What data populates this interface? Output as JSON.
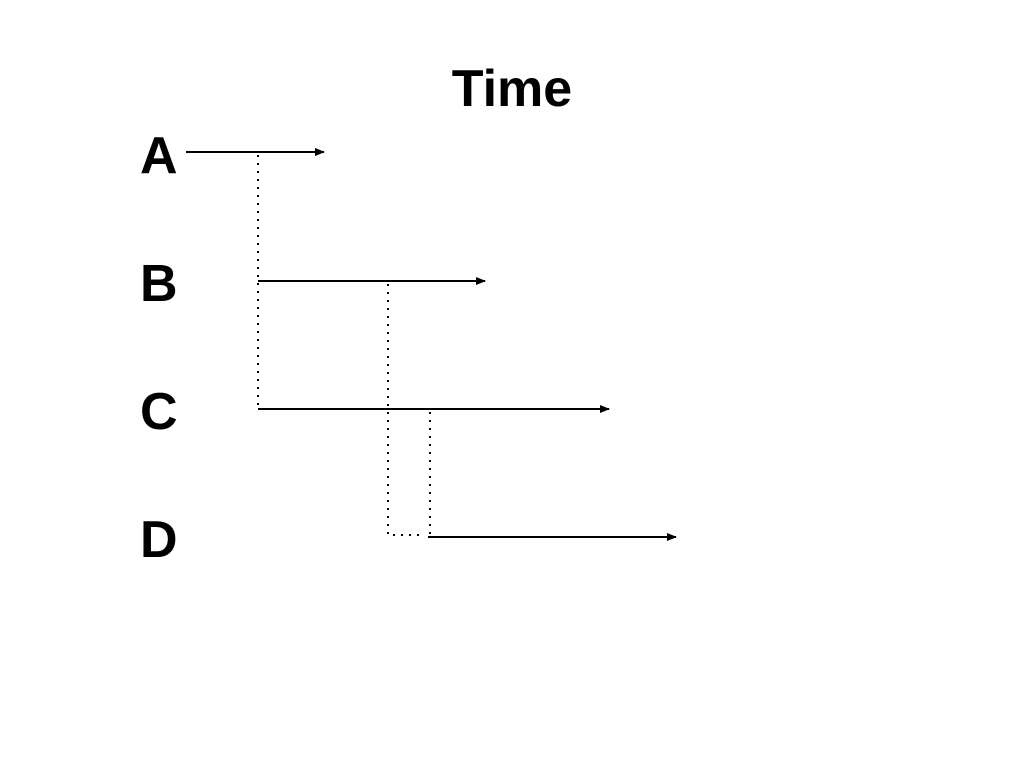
{
  "title": "Time",
  "rows": [
    {
      "label": "A"
    },
    {
      "label": "B"
    },
    {
      "label": "C"
    },
    {
      "label": "D"
    }
  ],
  "colors": {
    "ink": "#000000",
    "background": "#ffffff"
  }
}
